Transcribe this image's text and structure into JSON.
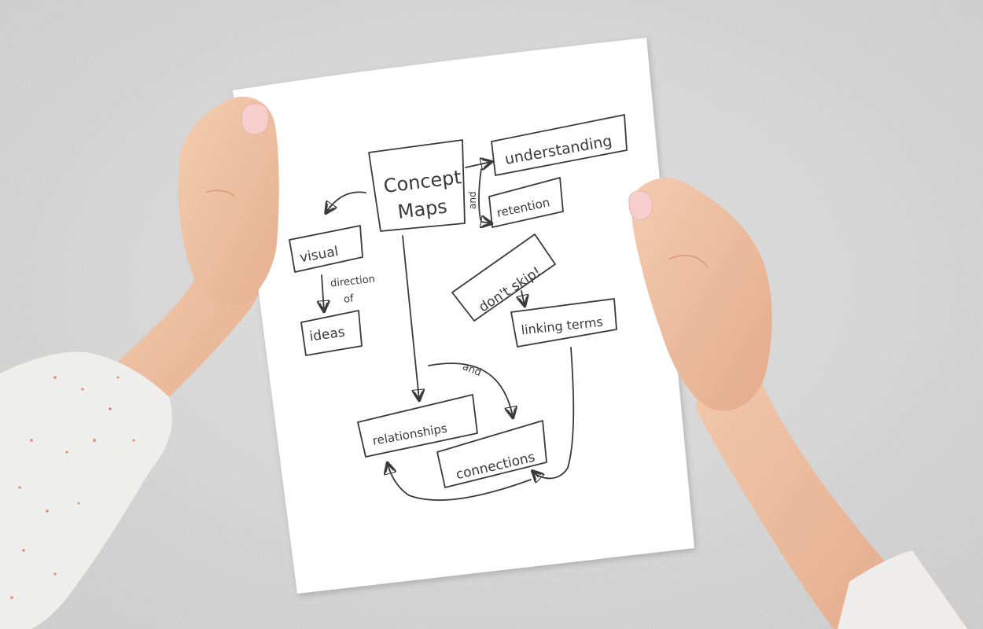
{
  "scene": {
    "description": "Top-down photo of two hands holding a sheet of paper with a hand-drawn concept map on a grey concrete surface",
    "colors": {
      "background": "#cfcfcf",
      "background_light": "#dcdcdc",
      "paper": "#ffffff",
      "pencil": "#3a3a3a",
      "skin": "#f0c4a6",
      "skin_shadow": "#dfa98a",
      "nail": "#f6cfcc",
      "sweater": "#ecebea",
      "sweater_fleck": "#e8866a"
    }
  },
  "concept_map": {
    "nodes": {
      "concept_maps_line1": "Concept",
      "concept_maps_line2": "Maps",
      "understanding": "understanding",
      "retention": "retention",
      "visual": "visual",
      "ideas": "ideas",
      "dont_skip": "don't skip!",
      "linking_terms": "linking terms",
      "relationships": "relationships",
      "connections": "connections"
    },
    "link_labels": {
      "and_vertical": "and",
      "direction_of_line1": "direction",
      "direction_of_line2": "of",
      "and_curve": "and"
    }
  }
}
